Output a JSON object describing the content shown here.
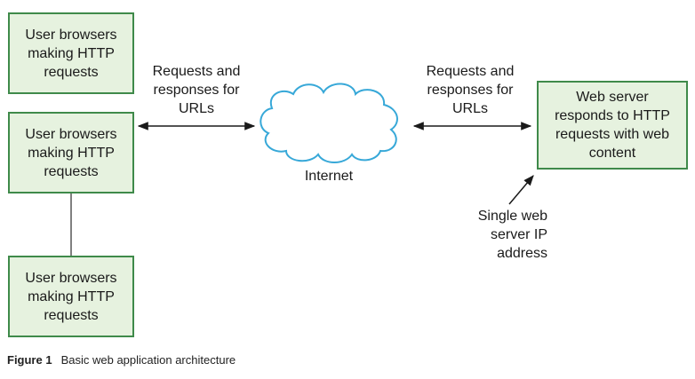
{
  "boxes": {
    "user_box_1": "User browsers making HTTP requests",
    "user_box_2": "User browsers making HTTP requests",
    "user_box_3": "User browsers making HTTP requests",
    "web_server": "Web server responds to HTTP requests with web content"
  },
  "labels": {
    "left_arrow": "Requests and responses for URLs",
    "right_arrow": "Requests and responses for URLs",
    "internet": "Internet",
    "ip_note": "Single web server IP address"
  },
  "caption": {
    "number": "Figure 1",
    "text": "Basic web application architecture"
  },
  "colors": {
    "box_fill": "#e6f2df",
    "box_border": "#3f8a4a",
    "cloud_stroke": "#37a8d8",
    "cloud_fill": "#ffffff"
  }
}
